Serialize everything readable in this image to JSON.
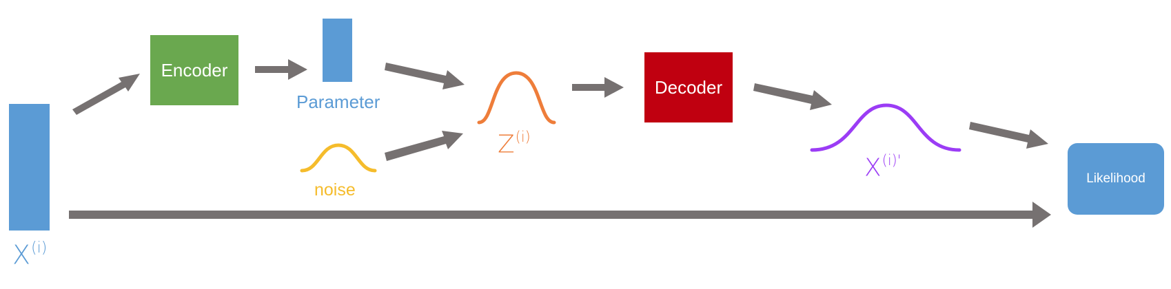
{
  "nodes": {
    "encoder": {
      "label": "Encoder",
      "color": "#6aa84f"
    },
    "decoder": {
      "label": "Decoder",
      "color": "#c00010"
    },
    "likelihood": {
      "label": "Likelihood",
      "color": "#5b9bd5"
    }
  },
  "labels": {
    "parameter": "Parameter",
    "noise": "noise",
    "input": {
      "base": "X",
      "sup": "(i)"
    },
    "latent": {
      "base": "Z",
      "sup": "(i)"
    },
    "reconstruction": {
      "base": "X",
      "sup": "(i)'"
    }
  },
  "colors": {
    "arrow": "#767171",
    "input": "#5b9bd5",
    "latent": "#ee7d3a",
    "noise": "#f5bc2c",
    "reconstruction": "#9b3cf5"
  }
}
